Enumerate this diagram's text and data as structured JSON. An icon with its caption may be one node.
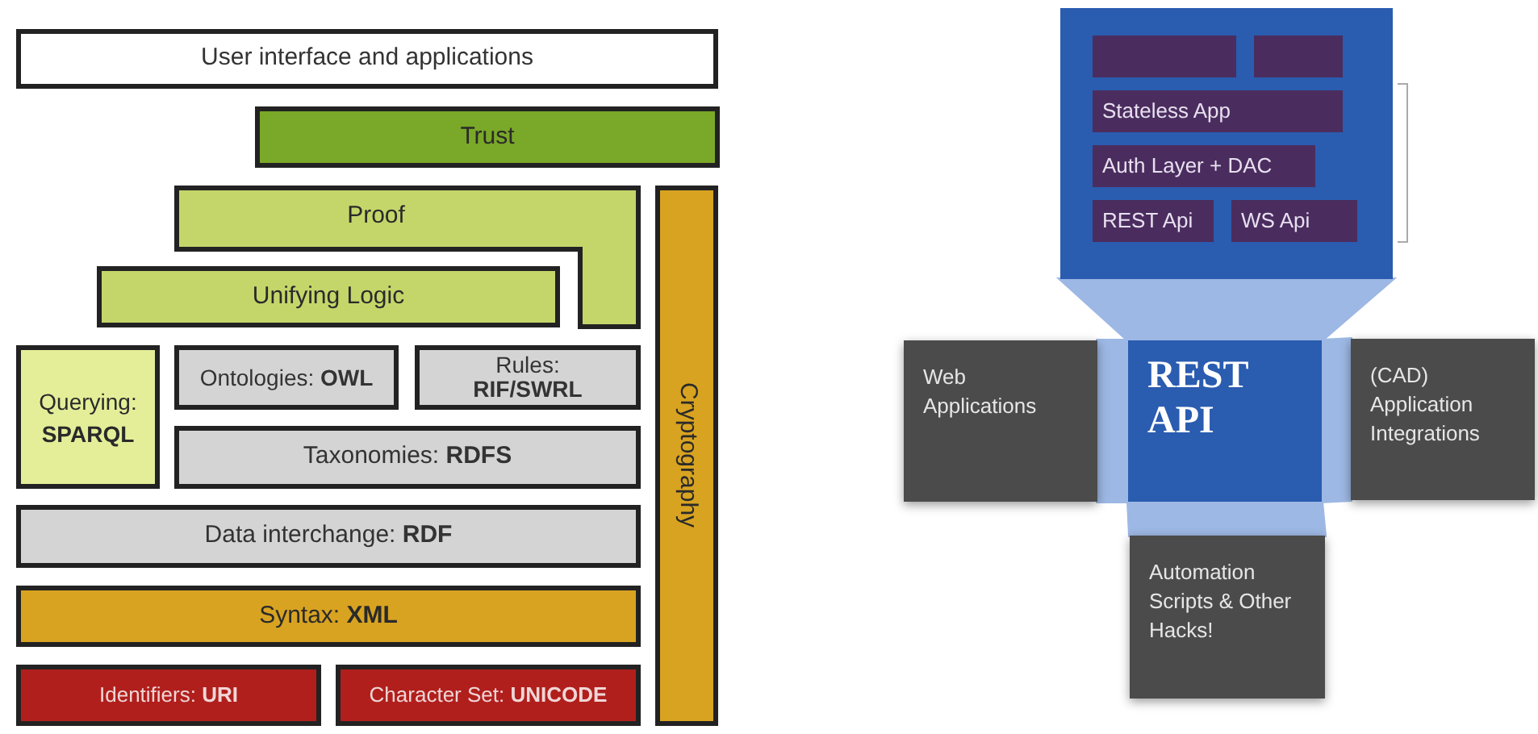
{
  "diagram": {
    "nodes": [
      {
        "text": [
          "User interface and applications"
        ]
      },
      {
        "text": [
          "Trust"
        ]
      },
      {
        "text": [
          "Proof"
        ]
      },
      {
        "text": [
          "Unifying Logic"
        ]
      },
      {
        "text": [
          "Querying: **SPARQL**"
        ]
      },
      {
        "text": [
          "Ontologies: **OWL**"
        ]
      },
      {
        "text": [
          "Rules: **RIF/SWRL**"
        ]
      },
      {
        "text": [
          "Taxonomies: **RDFS**"
        ]
      },
      {
        "text": [
          "Data interchange: **RDF**"
        ]
      },
      {
        "text": [
          "Syntax: **XML**"
        ]
      },
      {
        "text": [
          "Identifiers: **URI**"
        ]
      },
      {
        "text": [
          "Character Set: **UNICODE**"
        ]
      },
      {
        "text": [
          "Cryptography"
        ]
      },
      {
        "text": [],
        "shape": "box"
      },
      {
        "text": [],
        "shape": "box",
        "in": 13
      },
      {
        "text": [],
        "shape": "box",
        "in": 13
      },
      {
        "text": [
          "Stateless App"
        ],
        "in": 13
      },
      {
        "text": [
          "Auth Layer + DAC"
        ],
        "in": 13
      },
      {
        "text": [
          "REST Api"
        ],
        "in": 13
      },
      {
        "text": [
          "WS Api"
        ],
        "in": 13
      },
      {
        "text": [
          "REST API"
        ]
      },
      {
        "text": [
          "Web Applications"
        ]
      },
      {
        "text": [
          "(CAD) Application Integrations"
        ]
      },
      {
        "text": [
          "Automation Scripts & Other Hacks!"
        ]
      }
    ],
    "edges": [
      {
        "from": 13,
        "to": 20,
        "arrow": "none"
      },
      {
        "from": 21,
        "to": 20,
        "arrow": "none"
      },
      {
        "from": 20,
        "to": 22,
        "arrow": "none"
      },
      {
        "from": 20,
        "to": 23,
        "arrow": "none"
      }
    ]
  }
}
